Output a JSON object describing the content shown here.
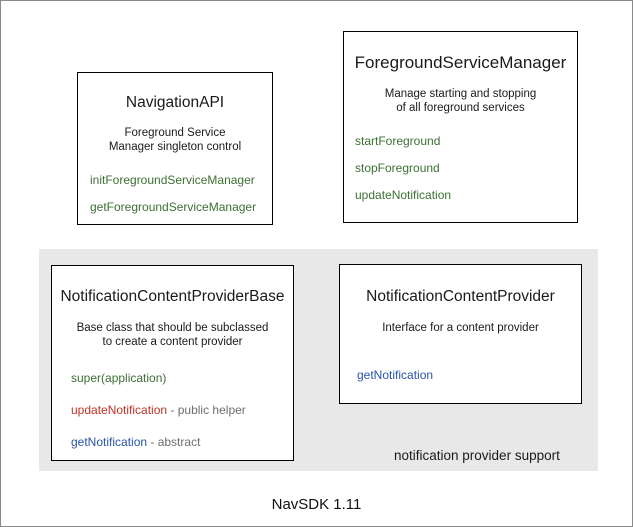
{
  "diagram": {
    "footer_title": "NavSDK 1.11",
    "colors": {
      "green": "#3d7034",
      "red": "#bf3127",
      "blue": "#2a55a8",
      "gray_note": "#6e6e6e",
      "panel_background": "#e8e8e8",
      "box_border": "#000000",
      "text": "#1a1a1a"
    },
    "group_panel": {
      "label": "notification provider support"
    },
    "boxes": [
      {
        "id": "navigation-api",
        "title": "NavigationAPI",
        "description": "Foreground Service\nManager singleton control",
        "description_lines": [
          "Foreground Service",
          "Manager singleton control"
        ],
        "members": [
          {
            "name": "initForegroundServiceManager",
            "color": "green",
            "note": ""
          },
          {
            "name": "getForegroundServiceManager",
            "color": "green",
            "note": ""
          }
        ]
      },
      {
        "id": "foreground-service-manager",
        "title": "ForegroundServiceManager",
        "description": "Manage starting and stopping\nof all foreground services",
        "description_lines": [
          "Manage starting and stopping",
          "of all foreground services"
        ],
        "members": [
          {
            "name": "startForeground",
            "color": "green",
            "note": ""
          },
          {
            "name": "stopForeground",
            "color": "green",
            "note": ""
          },
          {
            "name": "updateNotification",
            "color": "green",
            "note": ""
          }
        ]
      },
      {
        "id": "notification-content-provider-base",
        "title": "NotificationContentProviderBase",
        "description": "Base class that should be subclassed\nto create a content provider",
        "description_lines": [
          "Base class that should be subclassed",
          "to create a content provider"
        ],
        "members": [
          {
            "name": "super(application)",
            "color": "green",
            "note": ""
          },
          {
            "name": "updateNotification",
            "color": "red",
            "note": " - public helper"
          },
          {
            "name": "getNotification",
            "color": "blue",
            "note": " - abstract"
          }
        ]
      },
      {
        "id": "notification-content-provider",
        "title": "NotificationContentProvider",
        "description": "Interface for a content provider",
        "description_lines": [
          "Interface for a content provider"
        ],
        "members": [
          {
            "name": "getNotification",
            "color": "blue",
            "note": ""
          }
        ]
      }
    ]
  }
}
